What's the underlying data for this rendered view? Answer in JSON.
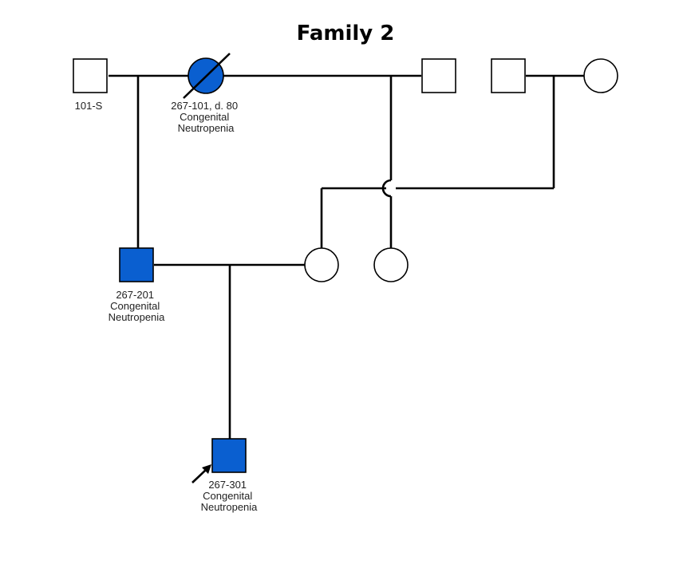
{
  "title": "Family 2",
  "colors": {
    "affected": "#0a5fd0",
    "unaffected": "#ffffff",
    "line": "#000000"
  },
  "individuals": [
    {
      "id": "gen1-male-1",
      "sex": "male",
      "affected": false,
      "deceased": false,
      "label": [
        "101-S"
      ]
    },
    {
      "id": "gen1-female-1",
      "sex": "female",
      "affected": true,
      "deceased": true,
      "label": [
        "267-101, d. 80",
        "Congenital",
        "Neutropenia"
      ]
    },
    {
      "id": "gen1-male-2",
      "sex": "male",
      "affected": false,
      "deceased": false,
      "label": []
    },
    {
      "id": "gen1-male-3",
      "sex": "male",
      "affected": false,
      "deceased": false,
      "label": []
    },
    {
      "id": "gen1-female-2",
      "sex": "female",
      "affected": false,
      "deceased": false,
      "label": []
    },
    {
      "id": "gen2-male-1",
      "sex": "male",
      "affected": true,
      "deceased": false,
      "label": [
        "267-201",
        "Congenital",
        "Neutropenia"
      ]
    },
    {
      "id": "gen2-female-1",
      "sex": "female",
      "affected": false,
      "deceased": false,
      "label": []
    },
    {
      "id": "gen2-female-2",
      "sex": "female",
      "affected": false,
      "deceased": false,
      "label": []
    },
    {
      "id": "gen3-male-1",
      "sex": "male",
      "affected": true,
      "deceased": false,
      "proband": true,
      "label": [
        "267-301",
        "Congenital",
        "Neutropenia"
      ]
    }
  ]
}
